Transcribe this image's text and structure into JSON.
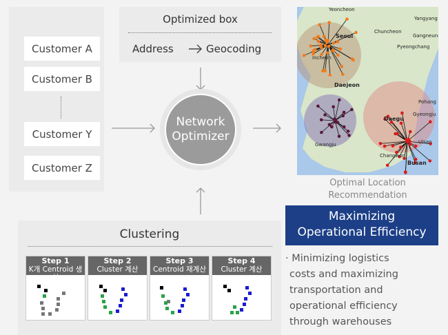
{
  "customers": [
    "Customer A",
    "Customer B",
    "Customer Y",
    "Customer Z"
  ],
  "optimized_box": {
    "title": "Optimized box",
    "address": "Address",
    "geocoding": "Geocoding"
  },
  "optimizer": {
    "line1": "Network",
    "line2": "Optimizer"
  },
  "map": {
    "caption_line1": "Optimal Location",
    "caption_line2": "Recommendation",
    "labels": [
      "Seoul",
      "Incheon",
      "Daejeon",
      "Daegu",
      "Busan",
      "Gwangju",
      "Pyeongchang",
      "Gyeongju",
      "Yangyang",
      "Ulsan",
      "Changwon",
      "Chuncheon",
      "Gangneung",
      "Pohang",
      "Yeoncheon"
    ]
  },
  "clustering": {
    "title": "Clustering",
    "steps": [
      {
        "name": "Step 1",
        "desc": "K개 Centroid 생성"
      },
      {
        "name": "Step 2",
        "desc": "Cluster 계산"
      },
      {
        "name": "Step 3",
        "desc": "Centroid 재계산"
      },
      {
        "name": "Step 4",
        "desc": "Cluster 계산"
      }
    ]
  },
  "benefit": {
    "title_line1": "Maximizing",
    "title_line2": "Operational Efficiency",
    "lines": [
      "· Minimizing logistics",
      "costs and maximizing",
      "transportation and",
      "operational efficiency",
      "through warehouses"
    ]
  },
  "colors": {
    "accent": "#1c3f87",
    "circle": "#9b9b9b",
    "panel": "#ebebeb"
  }
}
